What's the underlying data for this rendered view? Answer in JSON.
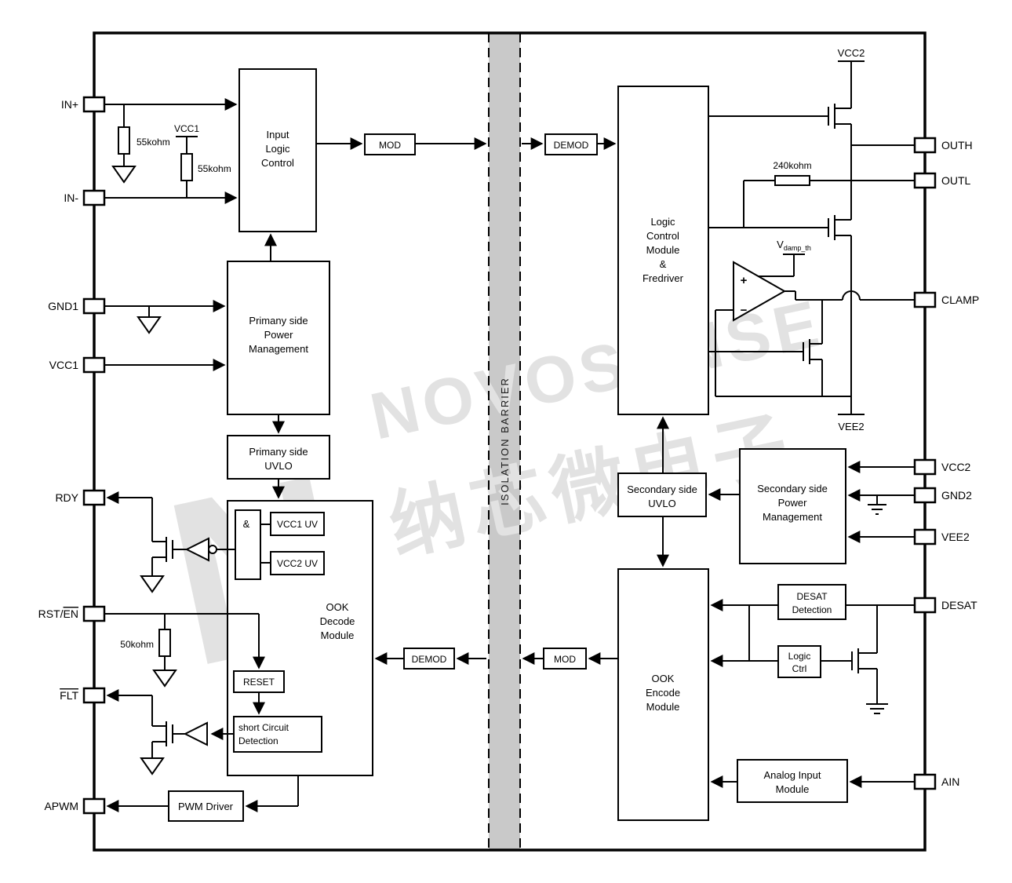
{
  "barrier": {
    "label": "ISOLATION BARRIER"
  },
  "watermark": {
    "logo": "N",
    "brand": "NOVOSENSE",
    "cjk": "纳芯微电子"
  },
  "pins": {
    "left": [
      {
        "label": "IN+"
      },
      {
        "label": "IN-"
      },
      {
        "label": "GND1"
      },
      {
        "label": "VCC1"
      },
      {
        "label": "RDY"
      },
      {
        "prefix": "RST/",
        "en": "EN"
      },
      {
        "label": "FLT"
      },
      {
        "label": "APWM"
      }
    ],
    "right": [
      {
        "label": "OUTH"
      },
      {
        "label": "OUTL"
      },
      {
        "label": "CLAMP"
      },
      {
        "label": "VCC2"
      },
      {
        "label": "GND2"
      },
      {
        "label": "VEE2"
      },
      {
        "label": "DESAT"
      },
      {
        "label": "AIN"
      }
    ]
  },
  "blocks": {
    "input_logic": {
      "l1": "Input",
      "l2": "Logic",
      "l3": "Control"
    },
    "mod_primary": {
      "label": "MOD"
    },
    "demod_secondary": {
      "label": "DEMOD"
    },
    "primary_pm": {
      "l1": "Primany side",
      "l2": "Power",
      "l3": "Management"
    },
    "primary_uvlo": {
      "l1": "Primany side",
      "l2": "UVLO"
    },
    "ook_decode": {
      "l1": "OOK",
      "l2": "Decode",
      "l3": "Module"
    },
    "and_gate": {
      "label": "&"
    },
    "vcc1_uv": {
      "label": "VCC1 UV"
    },
    "vcc2_uv": {
      "label": "VCC2 UV"
    },
    "reset": {
      "label": "RESET"
    },
    "short_circuit": {
      "l1": "short Circuit",
      "l2": "Detection"
    },
    "pwm_driver": {
      "label": "PWM Driver"
    },
    "demod_primary": {
      "label": "DEMOD"
    },
    "mod_secondary": {
      "label": "MOD"
    },
    "logic_control": {
      "l1": "Logic",
      "l2": "Control",
      "l3": "Module",
      "l4": "&",
      "l5": "Fredriver"
    },
    "secondary_uvlo": {
      "l1": "Secondary side",
      "l2": "UVLO"
    },
    "secondary_pm": {
      "l1": "Secondary side",
      "l2": "Power",
      "l3": "Management"
    },
    "ook_encode": {
      "l1": "OOK",
      "l2": "Encode",
      "l3": "Module"
    },
    "desat_detection": {
      "l1": "DESAT",
      "l2": "Detection"
    },
    "logic_ctrl": {
      "l1": "Logic",
      "l2": "Ctrl"
    },
    "analog_input": {
      "l1": "Analog Input",
      "l2": "Module"
    }
  },
  "labels": {
    "res_in_plus": "55kohm",
    "res_in_minus": "55kohm",
    "vcc1_pull": "VCC1",
    "res_rst": "50kohm",
    "res_out": "240kohm",
    "vcc2_rail": "VCC2",
    "vee2_rail": "VEE2",
    "vdamp": {
      "v": "V",
      "sub": "damp_th"
    },
    "cmp_plus": "+",
    "cmp_minus": "−"
  }
}
